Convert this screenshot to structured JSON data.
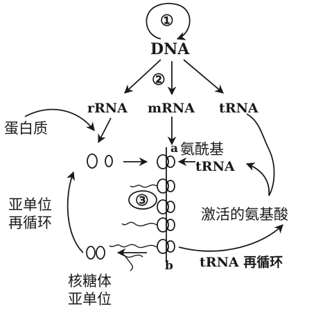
{
  "markers": {
    "m1": "①",
    "m2": "②",
    "m3": "③"
  },
  "nodes": {
    "dna": "DNA",
    "rrna": "rRNA",
    "mrna": "mRNA",
    "trna": "tRNA",
    "protein": "蛋白质",
    "end_a": "a",
    "end_b": "b",
    "aminoacyl_line1": "氨酰基",
    "aminoacyl_line2": "tRNA",
    "activated_aa": "激活的氨基酸",
    "subunit_recycle_1": "亚单位",
    "subunit_recycle_2": "再循环",
    "trna_recycle": "tRNA 再循环",
    "ribosome_subunit_1": "核糖体",
    "ribosome_subunit_2": "亚单位"
  }
}
